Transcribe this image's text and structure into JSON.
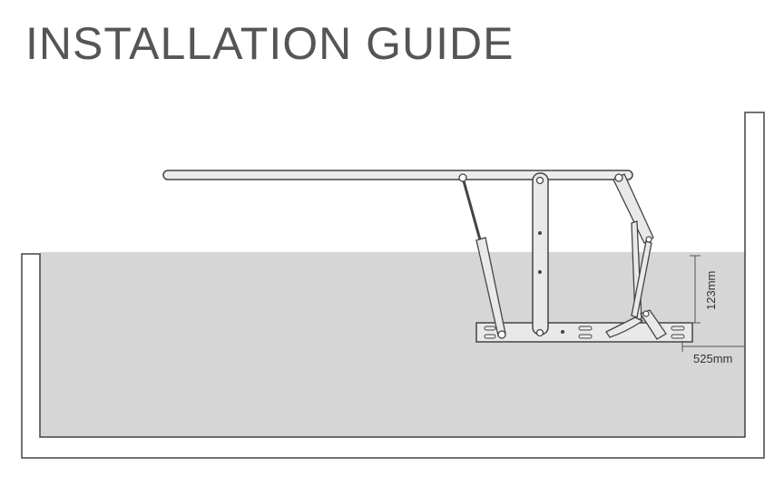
{
  "title": "INSTALLATION GUIDE",
  "dimensions": {
    "height_label": "123mm",
    "width_label": "525mm"
  },
  "colors": {
    "title": "#555555",
    "box_fill": "#d6d6d6",
    "line": "#444444",
    "hardware": "#e9e9e9"
  }
}
